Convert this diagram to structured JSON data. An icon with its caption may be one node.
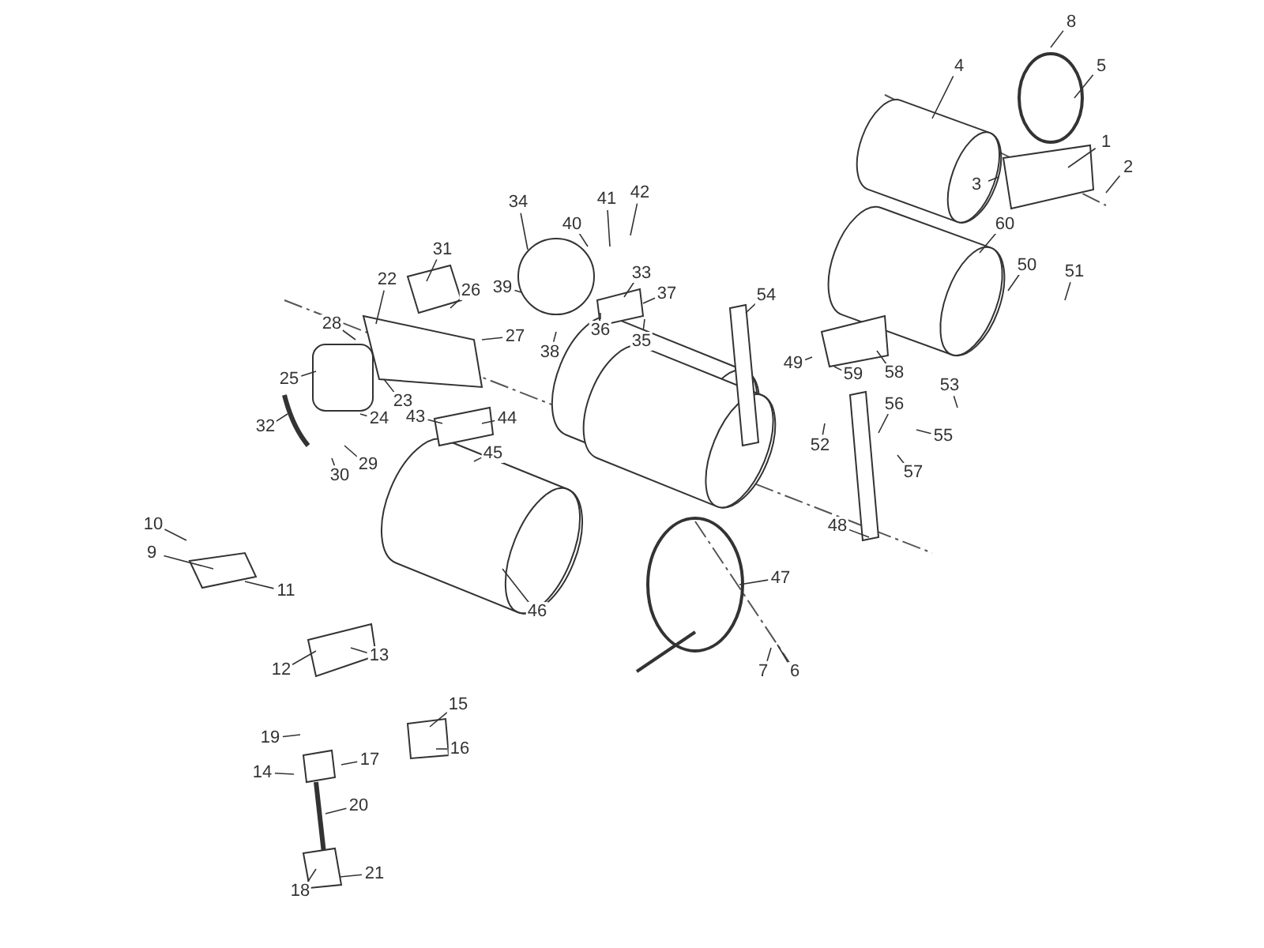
{
  "diagram": {
    "nodes": [
      {
        "text": [
          "1"
        ]
      },
      {
        "text": [
          "2"
        ]
      },
      {
        "text": [
          "3"
        ]
      },
      {
        "text": [
          "4"
        ]
      },
      {
        "text": [
          "5"
        ]
      },
      {
        "text": [
          "6"
        ]
      },
      {
        "text": [
          "7"
        ]
      },
      {
        "text": [
          "8"
        ]
      },
      {
        "text": [
          "9"
        ]
      },
      {
        "text": [
          "10"
        ]
      },
      {
        "text": [
          "11"
        ]
      },
      {
        "text": [
          "12"
        ]
      },
      {
        "text": [
          "13"
        ]
      },
      {
        "text": [
          "14"
        ]
      },
      {
        "text": [
          "15"
        ]
      },
      {
        "text": [
          "16"
        ]
      },
      {
        "text": [
          "17"
        ]
      },
      {
        "text": [
          "18"
        ]
      },
      {
        "text": [
          "19"
        ]
      },
      {
        "text": [
          "20"
        ]
      },
      {
        "text": [
          "21"
        ]
      },
      {
        "text": [
          "22"
        ]
      },
      {
        "text": [
          "23"
        ]
      },
      {
        "text": [
          "24"
        ]
      },
      {
        "text": [
          "25"
        ]
      },
      {
        "text": [
          "26"
        ]
      },
      {
        "text": [
          "27"
        ]
      },
      {
        "text": [
          "28"
        ]
      },
      {
        "text": [
          "29"
        ]
      },
      {
        "text": [
          "30"
        ]
      },
      {
        "text": [
          "31"
        ]
      },
      {
        "text": [
          "32"
        ]
      },
      {
        "text": [
          "33"
        ]
      },
      {
        "text": [
          "34"
        ]
      },
      {
        "text": [
          "35"
        ]
      },
      {
        "text": [
          "36"
        ]
      },
      {
        "text": [
          "37"
        ]
      },
      {
        "text": [
          "38"
        ]
      },
      {
        "text": [
          "39"
        ]
      },
      {
        "text": [
          "40"
        ]
      },
      {
        "text": [
          "41"
        ]
      },
      {
        "text": [
          "42"
        ]
      },
      {
        "text": [
          "43"
        ]
      },
      {
        "text": [
          "44"
        ]
      },
      {
        "text": [
          "45"
        ]
      },
      {
        "text": [
          "46"
        ]
      },
      {
        "text": [
          "47"
        ]
      },
      {
        "text": [
          "48"
        ]
      },
      {
        "text": [
          "49"
        ]
      },
      {
        "text": [
          "50"
        ]
      },
      {
        "text": [
          "51"
        ]
      },
      {
        "text": [
          "52"
        ]
      },
      {
        "text": [
          "53"
        ]
      },
      {
        "text": [
          "54"
        ]
      },
      {
        "text": [
          "55"
        ]
      },
      {
        "text": [
          "56"
        ]
      },
      {
        "text": [
          "57"
        ]
      },
      {
        "text": [
          "58"
        ]
      },
      {
        "text": [
          "59"
        ]
      },
      {
        "text": [
          "60"
        ]
      }
    ],
    "edges": [
      {
        "from": 0,
        "to": null,
        "arrow": "none"
      },
      {
        "from": 1,
        "to": null,
        "arrow": "none"
      },
      {
        "from": 2,
        "to": null,
        "arrow": "none"
      },
      {
        "from": 3,
        "to": null,
        "arrow": "none"
      },
      {
        "from": 4,
        "to": null,
        "arrow": "none"
      },
      {
        "from": 5,
        "to": null,
        "arrow": "none"
      },
      {
        "from": 6,
        "to": null,
        "arrow": "none"
      },
      {
        "from": 7,
        "to": null,
        "arrow": "none"
      },
      {
        "from": 8,
        "to": null,
        "arrow": "none"
      },
      {
        "from": 9,
        "to": null,
        "arrow": "none"
      },
      {
        "from": 10,
        "to": null,
        "arrow": "none"
      },
      {
        "from": 11,
        "to": null,
        "arrow": "none"
      },
      {
        "from": 12,
        "to": null,
        "arrow": "none"
      },
      {
        "from": 13,
        "to": null,
        "arrow": "none"
      },
      {
        "from": 14,
        "to": null,
        "arrow": "none"
      },
      {
        "from": 15,
        "to": null,
        "arrow": "none"
      },
      {
        "from": 16,
        "to": null,
        "arrow": "none"
      },
      {
        "from": 17,
        "to": null,
        "arrow": "none"
      },
      {
        "from": 18,
        "to": null,
        "arrow": "none"
      },
      {
        "from": 19,
        "to": null,
        "arrow": "none"
      },
      {
        "from": 20,
        "to": null,
        "arrow": "none"
      },
      {
        "from": 21,
        "to": null,
        "arrow": "none"
      },
      {
        "from": 22,
        "to": null,
        "arrow": "none"
      },
      {
        "from": 23,
        "to": null,
        "arrow": "none"
      },
      {
        "from": 24,
        "to": null,
        "arrow": "none"
      },
      {
        "from": 25,
        "to": null,
        "arrow": "none"
      },
      {
        "from": 26,
        "to": null,
        "arrow": "none"
      },
      {
        "from": 27,
        "to": null,
        "arrow": "none"
      },
      {
        "from": 28,
        "to": null,
        "arrow": "none"
      },
      {
        "from": 29,
        "to": null,
        "arrow": "none"
      },
      {
        "from": 30,
        "to": null,
        "arrow": "none"
      },
      {
        "from": 31,
        "to": null,
        "arrow": "none"
      },
      {
        "from": 32,
        "to": null,
        "arrow": "none"
      },
      {
        "from": 33,
        "to": null,
        "arrow": "none"
      },
      {
        "from": 34,
        "to": null,
        "arrow": "none"
      },
      {
        "from": 35,
        "to": null,
        "arrow": "none"
      },
      {
        "from": 36,
        "to": null,
        "arrow": "none"
      },
      {
        "from": 37,
        "to": null,
        "arrow": "none"
      },
      {
        "from": 38,
        "to": null,
        "arrow": "none"
      },
      {
        "from": 39,
        "to": null,
        "arrow": "none"
      },
      {
        "from": 40,
        "to": null,
        "arrow": "none"
      },
      {
        "from": 41,
        "to": null,
        "arrow": "none"
      },
      {
        "from": 42,
        "to": null,
        "arrow": "none"
      },
      {
        "from": 43,
        "to": null,
        "arrow": "none"
      },
      {
        "from": 44,
        "to": null,
        "arrow": "none"
      },
      {
        "from": 45,
        "to": null,
        "arrow": "none"
      },
      {
        "from": 46,
        "to": null,
        "arrow": "none"
      },
      {
        "from": 47,
        "to": null,
        "arrow": "none"
      },
      {
        "from": 48,
        "to": null,
        "arrow": "none"
      },
      {
        "from": 49,
        "to": null,
        "arrow": "none"
      },
      {
        "from": 50,
        "to": null,
        "arrow": "none"
      },
      {
        "from": 51,
        "to": null,
        "arrow": "none"
      },
      {
        "from": 52,
        "to": null,
        "arrow": "none"
      },
      {
        "from": 53,
        "to": null,
        "arrow": "none"
      },
      {
        "from": 54,
        "to": null,
        "arrow": "none"
      },
      {
        "from": 55,
        "to": null,
        "arrow": "none"
      },
      {
        "from": 56,
        "to": null,
        "arrow": "none"
      },
      {
        "from": 57,
        "to": null,
        "arrow": "none"
      },
      {
        "from": 58,
        "to": null,
        "arrow": "none"
      },
      {
        "from": 59,
        "to": null,
        "arrow": "none"
      }
    ]
  }
}
